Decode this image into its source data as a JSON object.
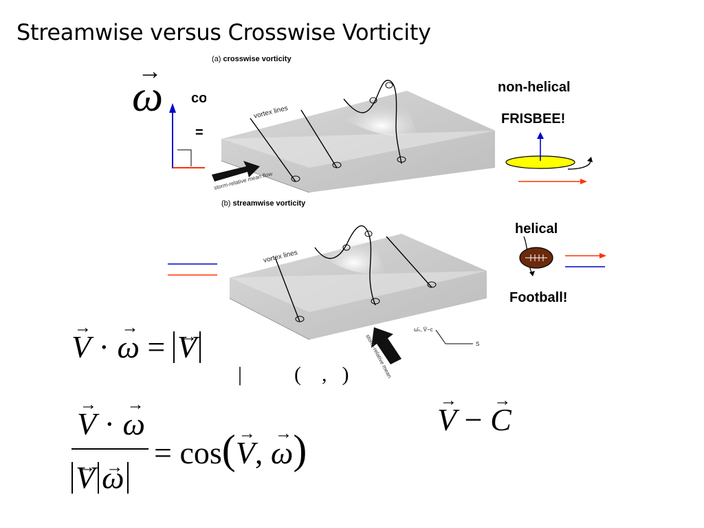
{
  "slide": {
    "title": "Streamwise versus Crosswise Vorticity"
  },
  "omega_symbol": "ω",
  "partial_text": {
    "co": "co",
    "eq": "="
  },
  "panel_a": {
    "caption_prefix": "(a)",
    "caption_bold": "crosswise vorticity",
    "vortex_label": "vortex lines",
    "flow_label": "storm-relative mean flow"
  },
  "panel_b": {
    "caption_prefix": "(b)",
    "caption_bold": "streamwise vorticity",
    "vortex_label": "vortex lines",
    "flow_label": "storm-relative mean flow",
    "axis_label_s": "S"
  },
  "frisbee": {
    "title": "non-helical",
    "name": "FRISBEE!",
    "disk_color": "#ffff00",
    "arrow_color": "#0000cc",
    "flow_arrow_color": "#ff3300"
  },
  "football": {
    "title": "helical",
    "name": "Football!",
    "ball_color": "#6b2a0a",
    "flow_arrow_color": "#ff3300",
    "line_color": "#0000cc"
  },
  "equations": {
    "eq1_lhs": "V · ω = |V|",
    "eq2": "V·ω / |V||ω| = cos(V, ω)",
    "rel_vel": "V − C",
    "cos": "cos"
  },
  "colors": {
    "red_line": "#ff3300",
    "blue_line": "#0000cc"
  }
}
